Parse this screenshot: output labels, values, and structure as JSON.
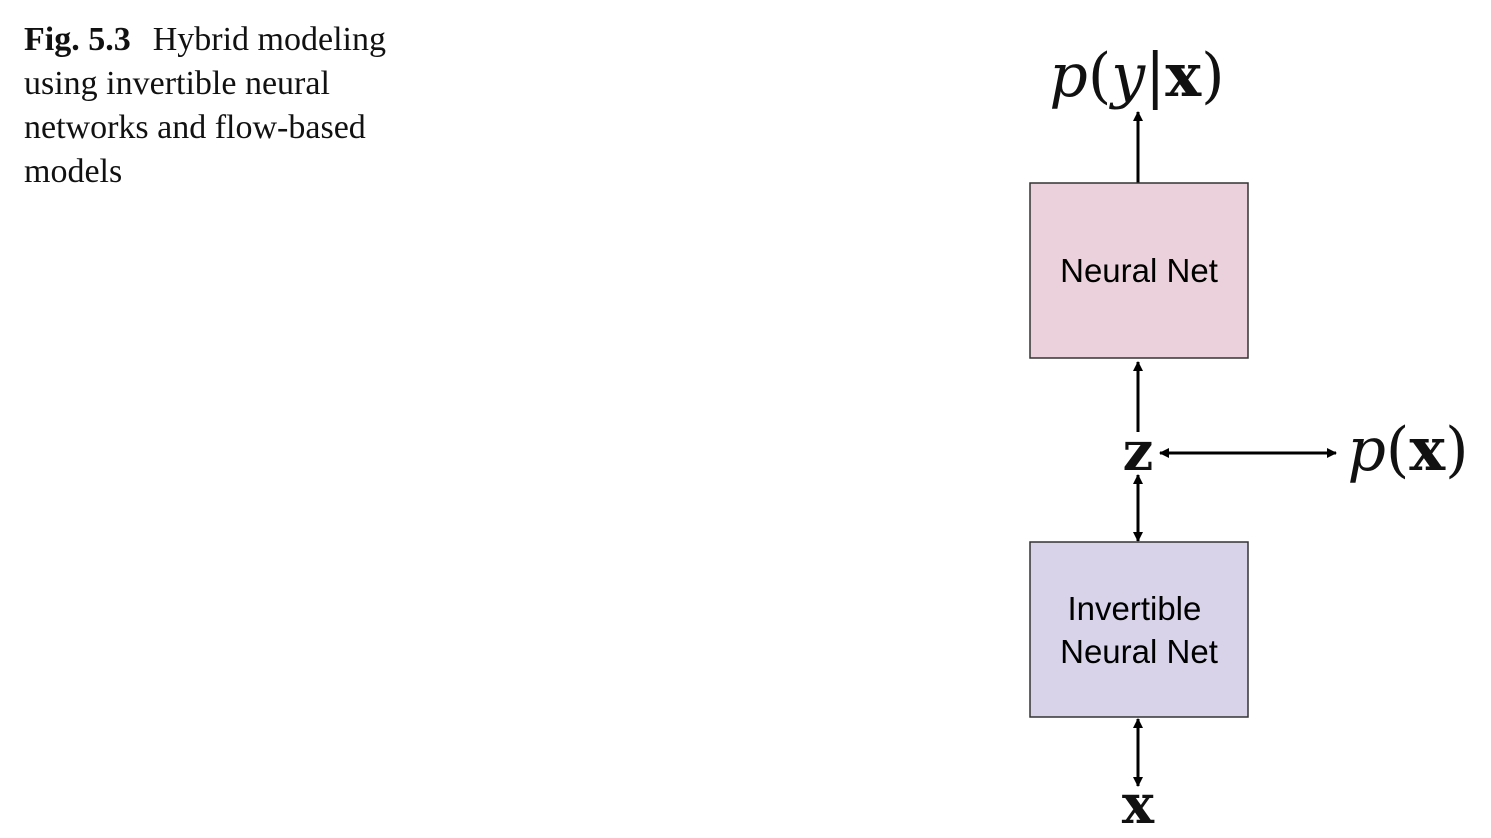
{
  "caption": {
    "label": "Fig. 5.3",
    "text": "Hybrid modeling using invertible neural networks and flow-based models"
  },
  "diagram": {
    "top_box": {
      "label": "Neural Net",
      "fill": "#ebd1dc"
    },
    "bottom_box": {
      "label_line1": "Invertible",
      "label_line2": "Neural Net",
      "fill": "#d9d3ea"
    },
    "output_conditional": {
      "p": "p",
      "open": "(",
      "y": "y",
      "bar": "|",
      "x": "x",
      "close": ")"
    },
    "latent": "z",
    "output_marginal": {
      "p": "p",
      "open": "(",
      "x": "x",
      "close": ")"
    },
    "input": "x"
  }
}
